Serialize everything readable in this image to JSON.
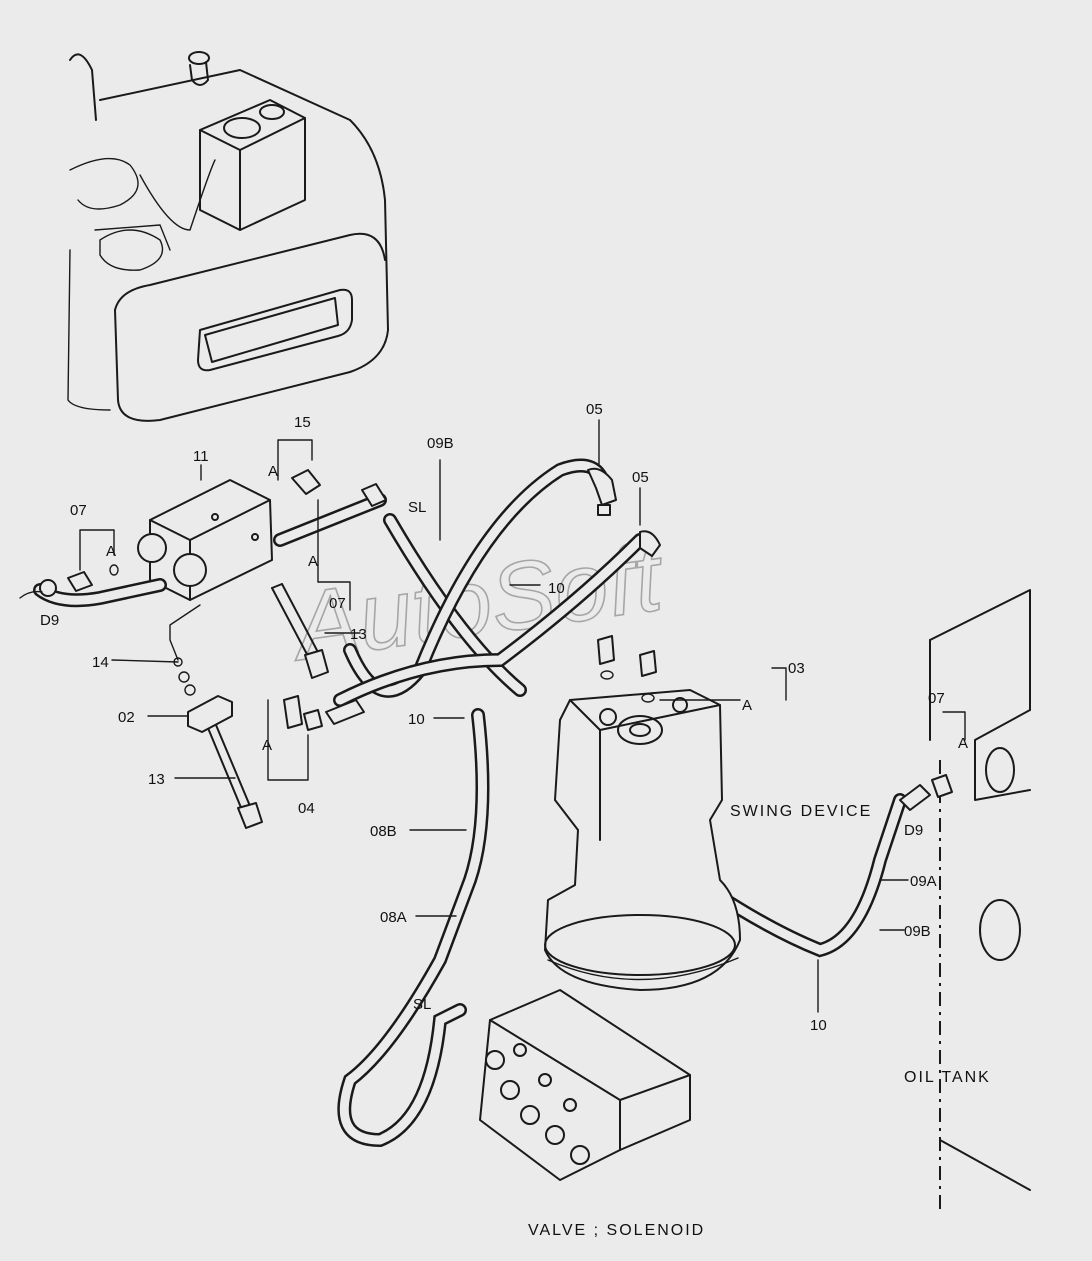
{
  "watermark": "AutoSoft",
  "labels": {
    "p15": "15",
    "p11": "11",
    "p09b_top": "09B",
    "p05_a": "05",
    "p05_b": "05",
    "p07_left": "07",
    "p07_mid": "07",
    "p07_right": "07",
    "a1": "A",
    "a2": "A",
    "a3": "A",
    "a4": "A",
    "a5": "A",
    "a6": "A",
    "sl_top": "SL",
    "sl_bottom": "SL",
    "d9_left": "D9",
    "d9_right": "D9",
    "p10_top": "10",
    "p10_mid": "10",
    "p10_bottom": "10",
    "p13_a": "13",
    "p13_b": "13",
    "p14": "14",
    "p02": "02",
    "p04": "04",
    "p03": "03",
    "p08b": "08B",
    "p08a": "08A",
    "p09a": "09A",
    "p09b_right": "09B",
    "swing_device": "SWING DEVICE",
    "oil_tank": "OIL TANK",
    "caption": "VALVE ; SOLENOID"
  }
}
